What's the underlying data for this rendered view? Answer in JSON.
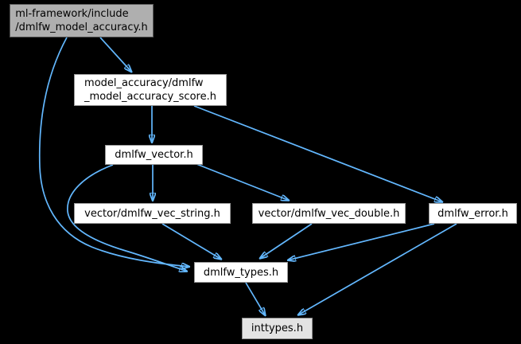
{
  "colors": {
    "background": "#000000",
    "edge": "#63B8FF",
    "node_fill": "#FFFFFF",
    "node_border": "#9A9A9A",
    "root_fill": "#AFAFAF",
    "root_border": "#5A5A5A",
    "external_fill": "#E3E3E3",
    "text": "#000000"
  },
  "graph": {
    "type": "include-dependency-graph",
    "nodes": [
      {
        "id": "root",
        "label": "ml-framework/include\n/dmlfw_model_accuracy.h",
        "kind": "root"
      },
      {
        "id": "score",
        "label": "model_accuracy/dmlfw\n_model_accuracy_score.h",
        "kind": "normal"
      },
      {
        "id": "vector",
        "label": "dmlfw_vector.h",
        "kind": "normal"
      },
      {
        "id": "vec-string",
        "label": "vector/dmlfw_vec_string.h",
        "kind": "normal"
      },
      {
        "id": "vec-double",
        "label": "vector/dmlfw_vec_double.h",
        "kind": "normal"
      },
      {
        "id": "error",
        "label": "dmlfw_error.h",
        "kind": "normal"
      },
      {
        "id": "types",
        "label": "dmlfw_types.h",
        "kind": "normal"
      },
      {
        "id": "inttypes",
        "label": "inttypes.h",
        "kind": "external"
      }
    ],
    "edges": [
      {
        "from": "root",
        "to": "score"
      },
      {
        "from": "root",
        "to": "types"
      },
      {
        "from": "score",
        "to": "vector"
      },
      {
        "from": "score",
        "to": "error"
      },
      {
        "from": "vector",
        "to": "vec-string"
      },
      {
        "from": "vector",
        "to": "vec-double"
      },
      {
        "from": "vector",
        "to": "types"
      },
      {
        "from": "vec-string",
        "to": "types"
      },
      {
        "from": "vec-double",
        "to": "types"
      },
      {
        "from": "error",
        "to": "types"
      },
      {
        "from": "error",
        "to": "inttypes"
      },
      {
        "from": "types",
        "to": "inttypes"
      }
    ]
  }
}
